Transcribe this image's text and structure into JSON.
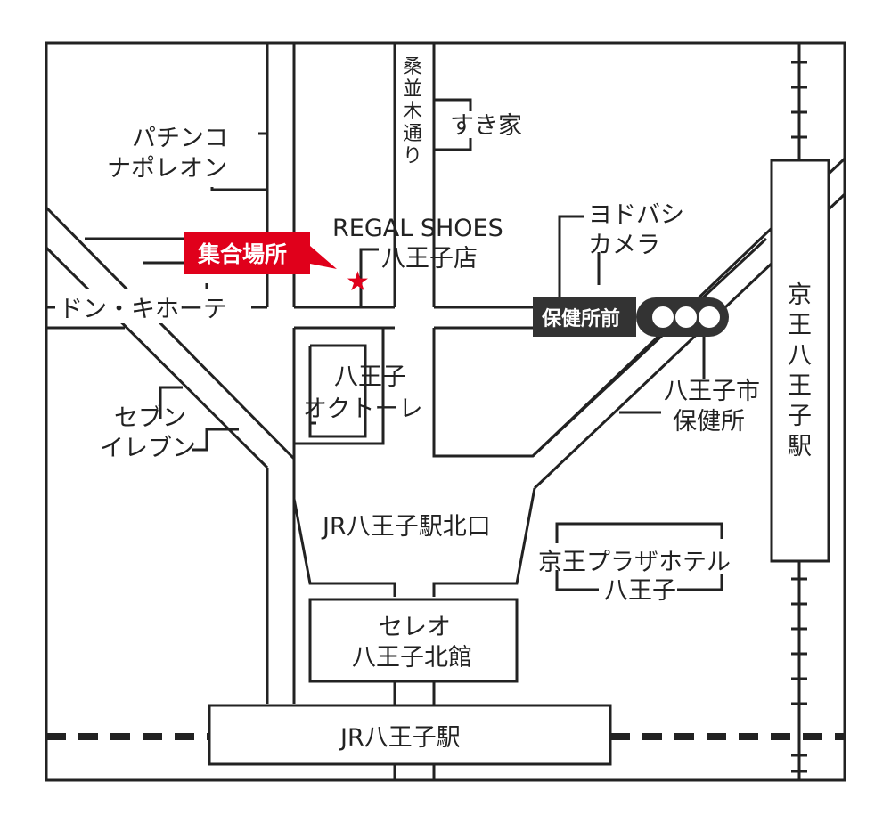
{
  "labels": {
    "meeting_point": "集合場所",
    "regal_line1": "REGAL SHOES",
    "regal_line2": "八王子店",
    "pachinko_line1": "パチンコ",
    "pachinko_line2": "ナポレオン",
    "donki": "ドン・キホーテ",
    "sukiya": "すき家",
    "kuwanamiki": "桑並木通り",
    "yodobashi_line1": "ヨドバシ",
    "yodobashi_line2": "カメラ",
    "hokenjo_mae": "保健所前",
    "octore_line1": "八王子",
    "octore_line2": "オクトーレ",
    "seven_line1": "セブン",
    "seven_line2": "イレブン",
    "city_hokenjo_line1": "八王子市",
    "city_hokenjo_line2": "保健所",
    "keio_station": "京王八王子駅",
    "jr_north_exit": "JR八王子駅北口",
    "keio_plaza_line1": "京王プラザホテル",
    "keio_plaza_line2": "八王子",
    "cereo_line1": "セレオ",
    "cereo_line2": "八王子北館",
    "jr_station": "JR八王子駅"
  },
  "colors": {
    "line": "#222222",
    "accent_red": "#e0001b",
    "dark_box": "#333333",
    "background": "#ffffff"
  },
  "icons": {
    "meeting_marker": "star-icon",
    "signal": "traffic-light-icon"
  }
}
